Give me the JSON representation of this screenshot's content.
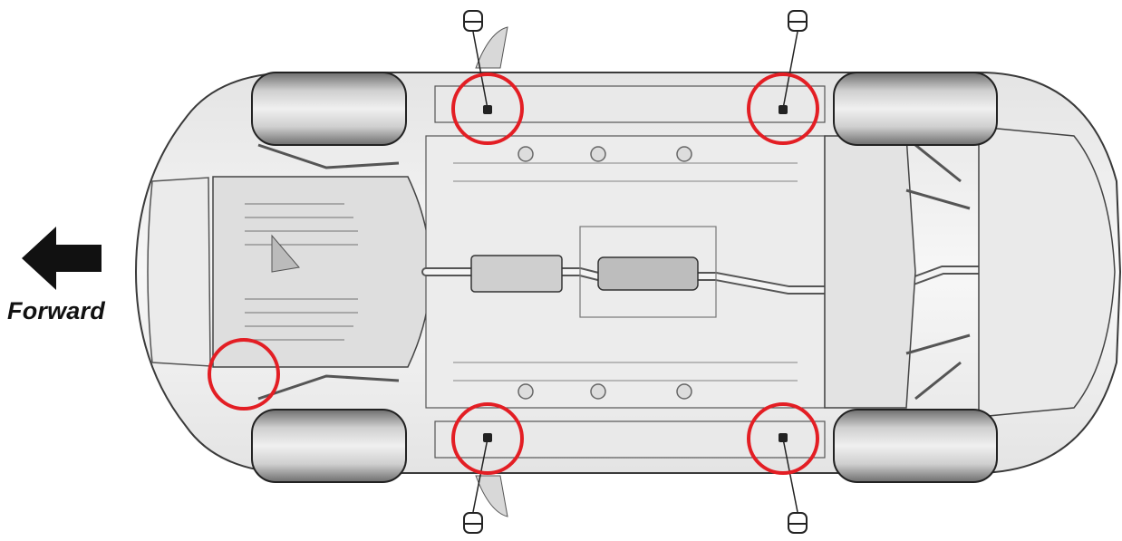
{
  "direction_label": "Forward",
  "colors": {
    "highlight_circle": "#e31e24",
    "line_art": "#3a3a3a",
    "body_fill": "#f2f2f2",
    "tire_fill": "#9a9a9a",
    "arrow": "#111111"
  },
  "icons": {
    "direction_arrow": "arrow-left-icon",
    "lift_pad": "lift-pad-icon"
  },
  "highlighted_points": [
    {
      "name": "front-left-lift-point"
    },
    {
      "name": "rear-left-lift-point"
    },
    {
      "name": "front-right-lift-point"
    },
    {
      "name": "rear-right-lift-point"
    },
    {
      "name": "front-jack-point"
    }
  ]
}
